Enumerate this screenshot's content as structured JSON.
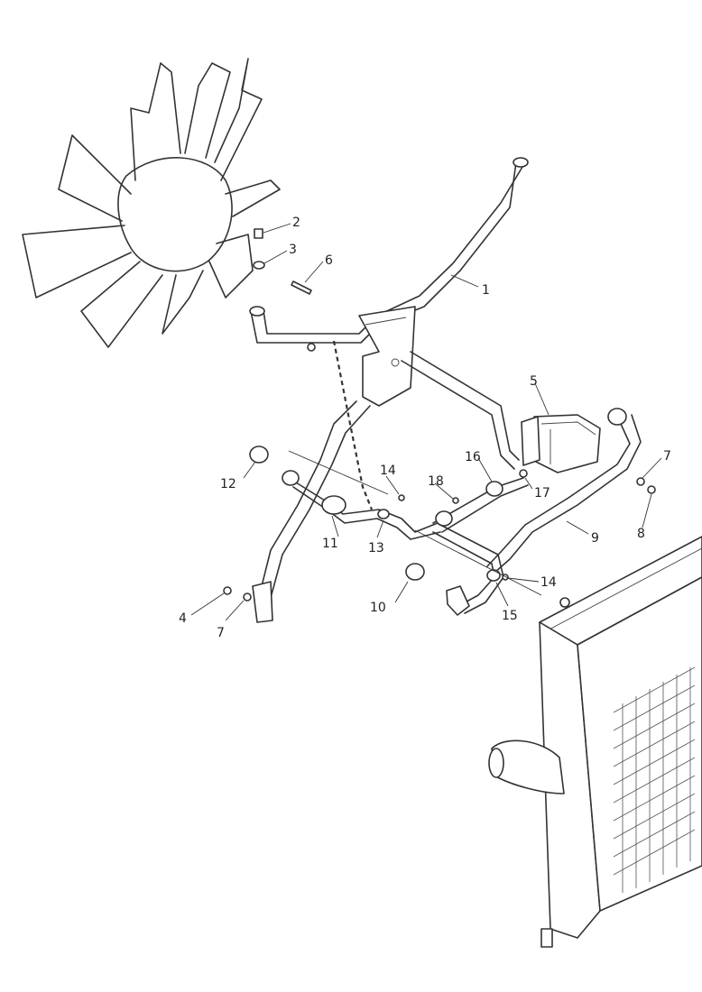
{
  "callouts": [
    {
      "id": "c1",
      "text": "1"
    },
    {
      "id": "c2",
      "text": "2"
    },
    {
      "id": "c3",
      "text": "3"
    },
    {
      "id": "c4",
      "text": "4"
    },
    {
      "id": "c5",
      "text": "5"
    },
    {
      "id": "c6",
      "text": "6"
    },
    {
      "id": "c7a",
      "text": "7"
    },
    {
      "id": "c7b",
      "text": "7"
    },
    {
      "id": "c8",
      "text": "8"
    },
    {
      "id": "c9",
      "text": "9"
    },
    {
      "id": "c10",
      "text": "10"
    },
    {
      "id": "c11",
      "text": "11"
    },
    {
      "id": "c12",
      "text": "12"
    },
    {
      "id": "c13",
      "text": "13"
    },
    {
      "id": "c14a",
      "text": "14"
    },
    {
      "id": "c14b",
      "text": "14"
    },
    {
      "id": "c15",
      "text": "15"
    },
    {
      "id": "c16",
      "text": "16"
    },
    {
      "id": "c17",
      "text": "17"
    },
    {
      "id": "c18",
      "text": "18"
    }
  ],
  "colors": {
    "line": "#333333",
    "background": "#ffffff"
  }
}
